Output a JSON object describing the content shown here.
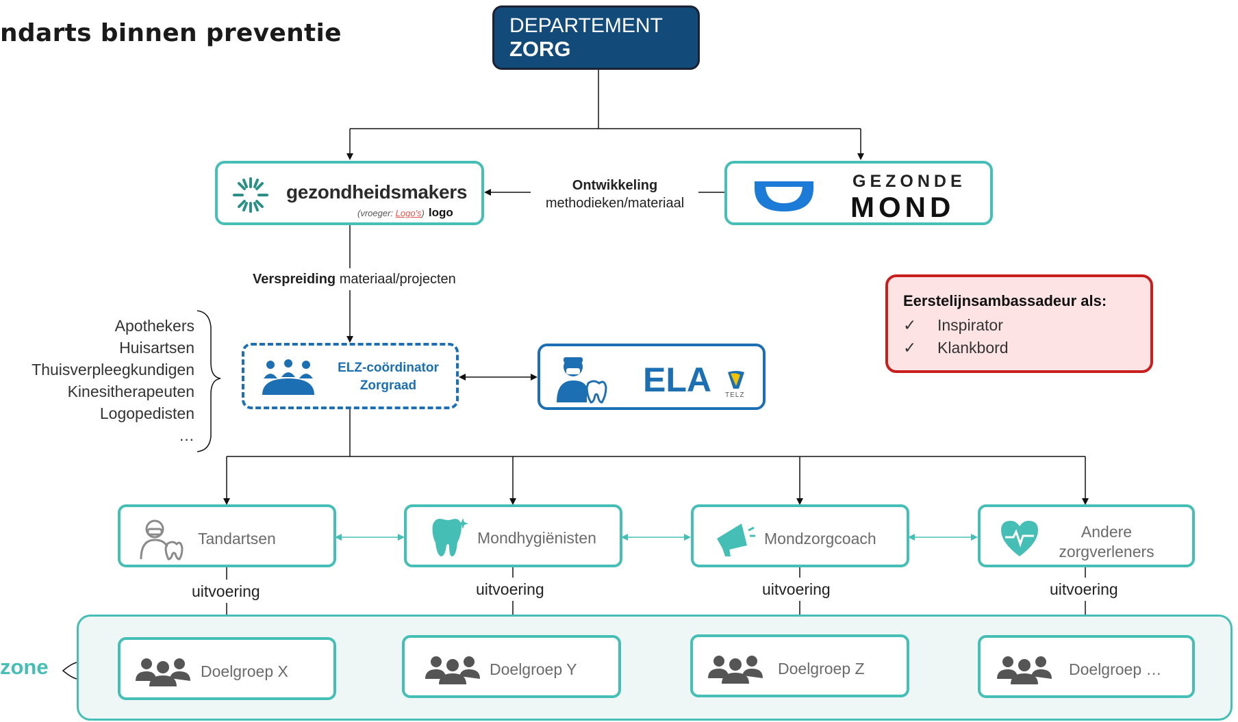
{
  "title": "ndarts binnen preventie",
  "departement": {
    "line1": "DEPARTEMENT",
    "line2": "ZORG"
  },
  "gezondheidsmakers": {
    "name": "gezondheidsmakers",
    "sub_prefix": "(vroeger: ",
    "sub_link": "Logo's",
    "sub_suffix": ")",
    "logo_text": "logo"
  },
  "gezonde_mond": {
    "line1": "GEZONDE",
    "line2": "MOND"
  },
  "ontwikkeling": {
    "bold": "Ontwikkeling",
    "rest": "methodieken/materiaal"
  },
  "verspreiding": {
    "bold": "Verspreiding",
    "rest": " materiaal/projecten"
  },
  "professions": [
    "Apothekers",
    "Huisartsen",
    "Thuisverpleegkundigen",
    "Kinesitherapeuten",
    "Logopedisten",
    "…"
  ],
  "elz": {
    "line1": "ELZ-coördinator",
    "line2": "Zorgraad"
  },
  "ela": {
    "label": "ELA",
    "telz": "TELZ"
  },
  "ambassadeur": {
    "heading": "Eerstelijnsambassadeur als:",
    "check": "✓",
    "items": [
      "Inspirator",
      "Klankbord"
    ]
  },
  "providers": [
    {
      "label": "Tandartsen",
      "icon": "dentist-icon"
    },
    {
      "label": "Mondhygiënisten",
      "icon": "tooth-icon"
    },
    {
      "label": "Mondzorgcoach",
      "icon": "megaphone-icon"
    },
    {
      "label_line1": "Andere",
      "label_line2": "zorgverleners",
      "icon": "heart-pulse-icon"
    }
  ],
  "uitvoering": "uitvoering",
  "targets": [
    "Doelgroep X",
    "Doelgroep Y",
    "Doelgroep Z",
    "Doelgroep …"
  ],
  "zone_label": "zone",
  "colors": {
    "navy": "#124a7a",
    "teal": "#45bfb5",
    "blue": "#1c6fb3",
    "red": "#c81e1e",
    "pink": "#fde3e3",
    "zone_bg": "#eef7f6"
  }
}
